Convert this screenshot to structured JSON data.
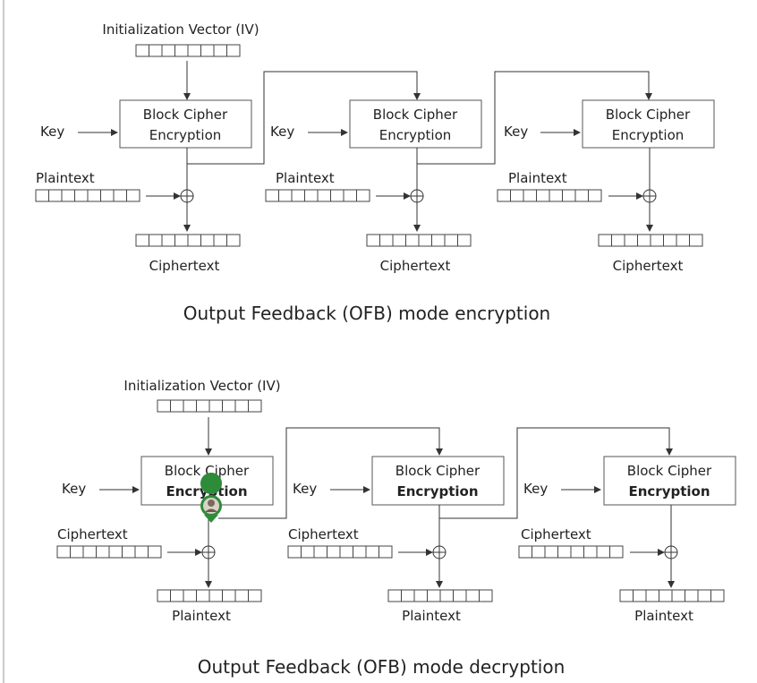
{
  "encryption": {
    "caption": "Output Feedback (OFB) mode encryption",
    "iv_label": "Initialization Vector (IV)",
    "stages": [
      {
        "key_label": "Key",
        "block_line1": "Block Cipher",
        "block_line2": "Encryption",
        "input_label": "Plaintext",
        "output_label": "Ciphertext"
      },
      {
        "key_label": "Key",
        "block_line1": "Block Cipher",
        "block_line2": "Encryption",
        "input_label": "Plaintext",
        "output_label": "Ciphertext"
      },
      {
        "key_label": "Key",
        "block_line1": "Block Cipher",
        "block_line2": "Encryption",
        "input_label": "Plaintext",
        "output_label": "Ciphertext"
      }
    ]
  },
  "decryption": {
    "caption": "Output Feedback (OFB) mode decryption",
    "iv_label": "Initialization Vector (IV)",
    "stages": [
      {
        "key_label": "Key",
        "block_line1": "Block Cipher",
        "block_line2": "Encryption",
        "input_label": "Ciphertext",
        "output_label": "Plaintext"
      },
      {
        "key_label": "Key",
        "block_line1": "Block Cipher",
        "block_line2": "Encryption",
        "input_label": "Ciphertext",
        "output_label": "Plaintext"
      },
      {
        "key_label": "Key",
        "block_line1": "Block Cipher",
        "block_line2": "Encryption",
        "input_label": "Ciphertext",
        "output_label": "Plaintext"
      }
    ]
  },
  "colors": {
    "line": "#333333",
    "marker": "#2e8b3a"
  }
}
